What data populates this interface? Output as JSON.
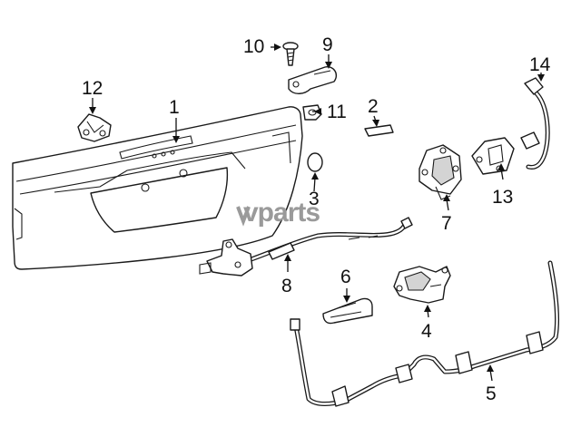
{
  "callouts": [
    "1",
    "2",
    "3",
    "4",
    "5",
    "6",
    "7",
    "8",
    "9",
    "10",
    "11",
    "12",
    "13",
    "14"
  ],
  "watermark": "vparts",
  "colors": {
    "line": "#1a1a1a",
    "watermark": "#9a9a9a",
    "background": "#ffffff"
  }
}
